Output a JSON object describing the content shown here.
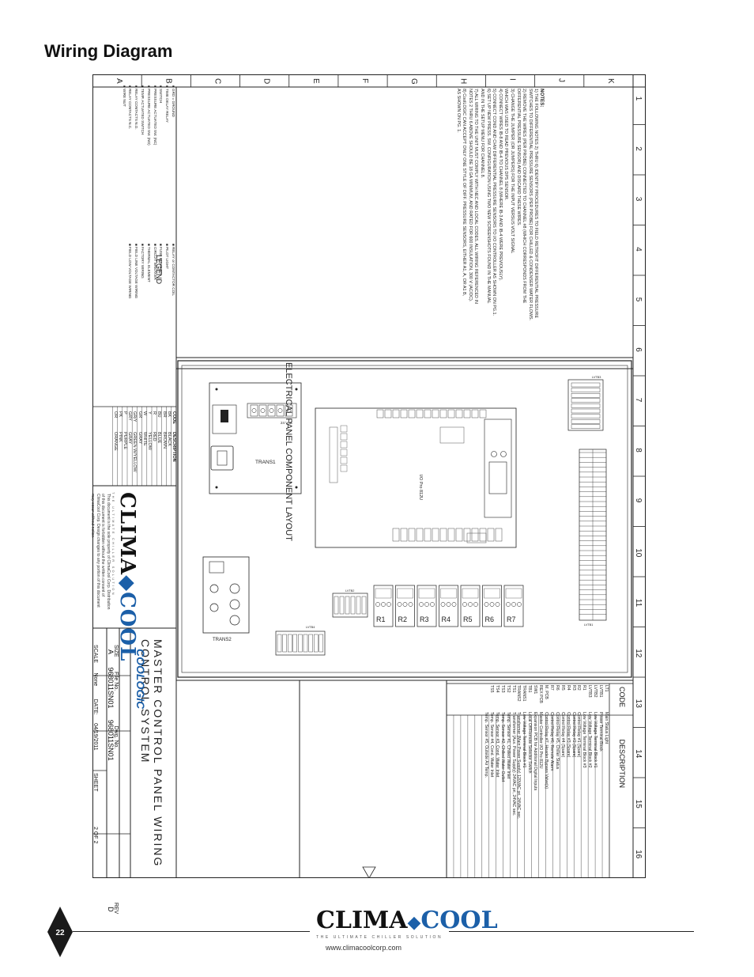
{
  "page": {
    "title": "Wiring Diagram",
    "page_number": "22",
    "website": "www.climacoolcorp.com"
  },
  "brand": {
    "name_left": "CLIMA",
    "name_right": "COOL",
    "tagline": "THE ULTIMATE CHILLER SOLUTION",
    "colors": {
      "brand_blue": "#1b5fa8",
      "ink": "#111111",
      "badge": "#1a1a1a"
    }
  },
  "grid": {
    "rows": [
      "A",
      "B",
      "C",
      "D",
      "E",
      "F",
      "G",
      "H",
      "I",
      "J",
      "K"
    ],
    "cols": [
      "1",
      "2",
      "3",
      "4",
      "5",
      "6",
      "7",
      "8",
      "9",
      "10",
      "11",
      "12",
      "13",
      "14",
      "15",
      "16"
    ]
  },
  "notes": {
    "heading": "NOTES:",
    "lines": [
      "1) THE FOLLOWING NOTES 2) THRU 6) IDENTIFY PROCEDURES TO FIELD RETROFIT DIFFERENTIAL PRESSURE",
      "   SWITCHES TO DIFFERENTIAL PRESSURE SENSORS (PER PROBE) FOR CHILLED & CONDENSER WATER FLOWS.",
      "2) REMOVE THE WIRES (PER PROBE) CONNECTED TO CHANNEL #8 (WHICH CORRESPONDS FROM THE",
      "   DIFFERENTIAL PRESSURE SENSOR) AND DISCARD THESE WIRES.",
      "3) CHANGE THE JUMPER (OR JUMPERS) FOR THE INPUT VERSUS VOLT SIGNAL",
      "   WHICH WAS USED TO READ PREVIOUS DPS SENSOR.",
      "4) CONNECT WIRES IB-8 AND IB-4 TO CHANNEL 8 (WHERE IB-3 AND IB-4 WERE PREVIOUSLY).",
      "5) CONNECT COND AND CHW DIFFERENTIAL PRESSURE SENSORS TO I/O CONTROLLER AS SHOWN ON PG.1.",
      "6) SET UP NEW PRESS. SW. CONFIGURATION USING TWO NEW SCREENSHOTS FOUND IN THE MANUAL",
      "   AND IN THE SETUP MENU FOR CHANNEL 8.",
      "7) ALL WIRING TO THE UNIT MUST COMPLY WITH NEC AND LOCAL CODES. ALL WIRING REFERENCED IN",
      "   NOTES 2 THRU 6 ABOVE SHOULD BE 18 GA MINIMUM, AND RATED FOR 600 INSULATION, 300 V (AC/DC).",
      "8) CoolLOGIC CAN ACCEPT ONLY ONE STYLE OF DIFF. PRESSURE SENSORS, EITHER A1, A, OR A1 B,",
      "   AS SHOWN ON PG. 1."
    ]
  },
  "legend": {
    "heading": "LEGEND",
    "left": [
      "GRD = GROUND",
      "TIME DELAY RELAY",
      "SWITCH",
      "PRESSURE ACTUATED SW. (NC)",
      "PRESSURE ACTUATED SW. (NO)",
      "TEMP. ACTUATED SWITCH",
      "RELAY CONTACTS N.O.",
      "RELAY CONTACTS N.C.",
      "WIRE NUT"
    ],
    "right": [
      "RELAY or CONTACTOR COIL",
      "PILOT LIGHT",
      "FUSE ELEMENT",
      "CIRCUIT BREAKER",
      "THERMAL ELEMENT",
      "FACTORY WIRING",
      "FIELD LINE VOLTAGE WIRING",
      "FIELD LOW VOLTAGE WIRING"
    ]
  },
  "color_codes": {
    "headers": [
      "CODE",
      "DESCRIPTION"
    ],
    "rows": [
      [
        "BK",
        "BLACK"
      ],
      [
        "BR",
        "BROWN"
      ],
      [
        "BU",
        "BLUE"
      ],
      [
        "R",
        "RED"
      ],
      [
        "Y",
        "YELLOW"
      ],
      [
        "W",
        "WHITE"
      ],
      [
        "GR",
        "GRAY"
      ],
      [
        "GR/Y",
        "GREEN W/YELLOW"
      ],
      [
        "GRY",
        "GRAY"
      ],
      [
        "P",
        "PURPLE"
      ],
      [
        "PK",
        "PINK"
      ],
      [
        "OR",
        "ORANGE"
      ]
    ]
  },
  "title_block": {
    "notice": "This document is the sole property of ClimaCool Corp. Distribution of this document is forbidden without the written consent of ClimaCool Corp. Design changes to any portion of this document may occur without notice.",
    "title_line1": "MASTER CONTROL PANEL WIRING",
    "title_line2": "CONTROL SYSTEM",
    "product_logo": "COOLOGIC",
    "size_label": "SIZE",
    "size_value": "A",
    "file_label": "File No.",
    "file_value": "968011SN01",
    "dwg_label": "Dwg. No.",
    "dwg_value": "968011SN01",
    "rev_label": "REV",
    "rev_value": "D",
    "scale_label": "SCALE",
    "scale_value": "None",
    "date_label": "DATE:",
    "date_value": "04/19/2011",
    "sheet_label": "SHEET",
    "sheet_value": "2 OF 2"
  },
  "panel": {
    "heading": "ELECTRICAL PANEL COMPONENT LAYOUT",
    "trans1": "TRANS1",
    "trans2": "TRANS2",
    "trans1_rating": "24 VAC",
    "controller": "I/O Pro 812U",
    "relays": [
      "R1",
      "R2",
      "R3",
      "R4",
      "R5",
      "R6",
      "R7"
    ],
    "lvtb": [
      "LVTB1",
      "LVTB2",
      "LVTB3",
      "LVTB4"
    ]
  },
  "component_table": {
    "headers": [
      "CODE",
      "DESCRIPTION"
    ],
    "rows": [
      [
        "LT1",
        "Main Status Light"
      ],
      [
        "LVTB1",
        "Power Terminal Block"
      ],
      [
        "LVTB2",
        "Low Voltage Terminal Block #1"
      ],
      [
        "LVTB3",
        "Low Voltage Terminal Block #2"
      ],
      [
        "R1",
        "Low Voltage Terminal Block #3"
      ],
      [
        "R2",
        "Control Relay #1 (Spare)"
      ],
      [
        "R3",
        "Control Relay #2 (Spare)"
      ],
      [
        "R4",
        "Control Relay #3 (Spare)"
      ],
      [
        "R5",
        "Control Relay #4 (Spare)"
      ],
      [
        "R6",
        "Control Relay #5, Chiller Status"
      ],
      [
        "R7",
        "Control Relay #6, Remote Alarm"
      ],
      [
        "M. PCB",
        "Control Relay #7, Header Bypass Valve(s)"
      ],
      [
        "REX PCB",
        "Master Controller I/O Pro 812U"
      ],
      [
        "SW1",
        "Expansion PCB for Additional Digital Inputs"
      ],
      [
        "TB1",
        "Local Off/Remote Selector Switch"
      ],
      [
        "TRANS1",
        "Low Voltage Terminal Block #1"
      ],
      [
        "TRANS2",
        "Transformer (Main Power Supply) 120VAC pri, 24VAC sec."
      ],
      [
        "TS1",
        "Transformer (Aux. Power Supply) 24VAC pri, 24VAC sec."
      ],
      [
        "TS2",
        "Temp. Sensor #1, Chilled Water Inlet"
      ],
      [
        "TS3",
        "Temp. Sensor #2, Chilled Water Outlet"
      ],
      [
        "TS4",
        "Temp. Sensor #3, Cond. Water Inlet"
      ],
      [
        "TS5",
        "Temp. Sensor #4, Cond. Water Inlet"
      ],
      [
        "",
        "Temp. Sensor #5, Outside Air Temp."
      ]
    ]
  }
}
